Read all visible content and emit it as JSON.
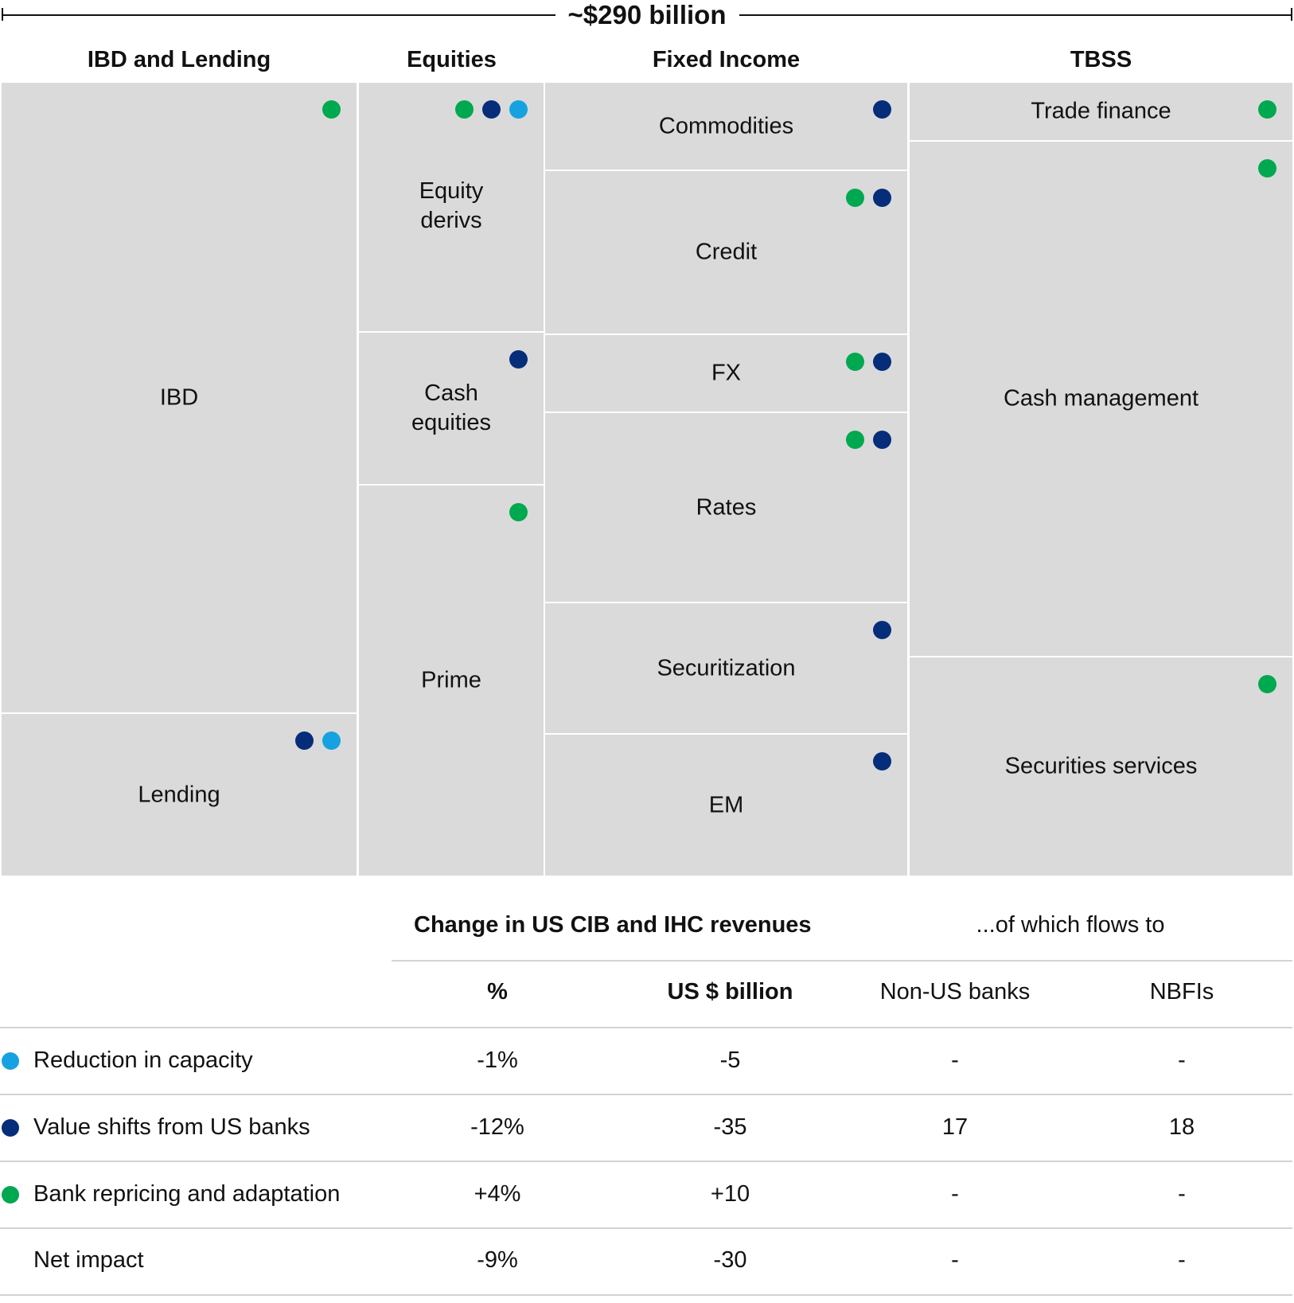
{
  "total_label": "~$290 billion",
  "columns": [
    {
      "name": "IBD and Lending"
    },
    {
      "name": "Equities"
    },
    {
      "name": "Fixed Income"
    },
    {
      "name": "TBSS"
    }
  ],
  "segments": {
    "ibd": {
      "label": "IBD",
      "drivers": [
        "bank-repricing"
      ]
    },
    "lending": {
      "label": "Lending",
      "drivers": [
        "value-shift",
        "capacity-reduction"
      ]
    },
    "equity_derivs": {
      "label": "Equity\nderivs",
      "drivers": [
        "bank-repricing",
        "value-shift",
        "capacity-reduction"
      ]
    },
    "cash_equities": {
      "label": "Cash\nequities",
      "drivers": [
        "value-shift"
      ]
    },
    "prime": {
      "label": "Prime",
      "drivers": [
        "bank-repricing"
      ]
    },
    "commodities": {
      "label": "Commodities",
      "drivers": [
        "value-shift"
      ]
    },
    "credit": {
      "label": "Credit",
      "drivers": [
        "bank-repricing",
        "value-shift"
      ]
    },
    "fx": {
      "label": "FX",
      "drivers": [
        "bank-repricing",
        "value-shift"
      ]
    },
    "rates": {
      "label": "Rates",
      "drivers": [
        "bank-repricing",
        "value-shift"
      ]
    },
    "securitization": {
      "label": "Securitization",
      "drivers": [
        "value-shift"
      ]
    },
    "em": {
      "label": "EM",
      "drivers": [
        "value-shift"
      ]
    },
    "trade_finance": {
      "label": "Trade finance",
      "drivers": [
        "bank-repricing"
      ]
    },
    "cash_management": {
      "label": "Cash management",
      "drivers": [
        "bank-repricing"
      ]
    },
    "securities_services": {
      "label": "Securities services",
      "drivers": [
        "bank-repricing"
      ]
    }
  },
  "colors": {
    "capacity-reduction": "#16a2e0",
    "value-shift": "#062d7a",
    "bank-repricing": "#00a84f",
    "tile": "#dadada"
  },
  "table": {
    "group_header_change": "Change in US CIB and IHC revenues",
    "group_header_flows": "...of which flows to",
    "col_pct": "%",
    "col_usd": "US $ billion",
    "col_nonus": "Non-US banks",
    "col_nbfi": "NBFIs",
    "rows": [
      {
        "label": "Reduction in capacity",
        "pct": "-1%",
        "usd": "-5",
        "nonus": "-",
        "nbfi": "-"
      },
      {
        "label": "Value shifts from US banks",
        "pct": "-12%",
        "usd": "-35",
        "nonus": "17",
        "nbfi": "18"
      },
      {
        "label": "Bank repricing and adaptation",
        "pct": "+4%",
        "usd": "+10",
        "nonus": "-",
        "nbfi": "-"
      },
      {
        "label": "Net impact",
        "pct": "-9%",
        "usd": "-30",
        "nonus": "-",
        "nbfi": "-"
      }
    ]
  }
}
